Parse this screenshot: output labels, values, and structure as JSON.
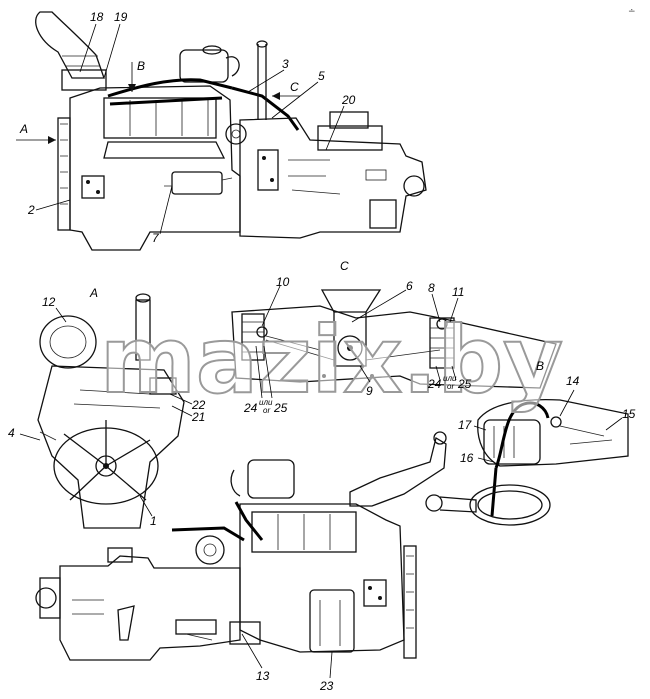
{
  "watermark": "mazix.by",
  "corner_mark": "∸",
  "view_labels": {
    "a_top": "A",
    "b_top": "B",
    "c_top": "C",
    "view_c": "C",
    "view_a": "A",
    "view_b": "B"
  },
  "callouts": {
    "n1": "1",
    "n2": "2",
    "n3": "3",
    "n4": "4",
    "n5": "5",
    "n6": "6",
    "n7": "7",
    "n8": "8",
    "n9": "9",
    "n10": "10",
    "n11": "11",
    "n12": "12",
    "n13": "13",
    "n14": "14",
    "n15": "15",
    "n16": "16",
    "n17": "17",
    "n18": "18",
    "n19": "19",
    "n20": "20",
    "n21": "21",
    "n22": "22",
    "n23": "23",
    "alt_left": {
      "a": "24",
      "ili": "или",
      "or": "or",
      "b": "25"
    },
    "alt_right": {
      "a": "24",
      "ili": "или",
      "or": "or",
      "b": "25"
    }
  }
}
